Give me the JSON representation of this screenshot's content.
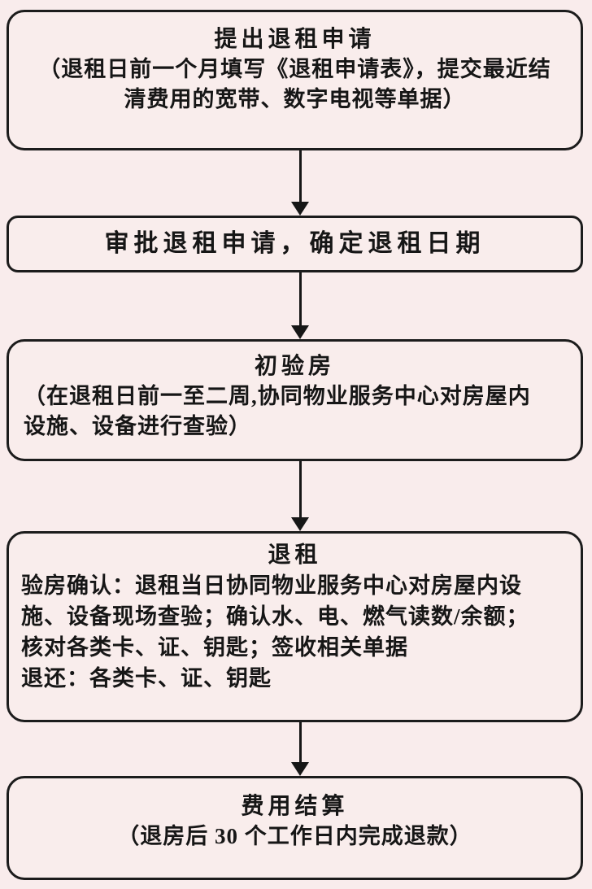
{
  "colors": {
    "page_background": "#f9ecec",
    "box_fill": "#f9edec",
    "border": "#1c1c1c",
    "text": "#161616"
  },
  "diagram_type": "vertical-flowchart",
  "steps": [
    {
      "title": "提出退租申请",
      "lines": [
        "（退租日前一个月填写《退租申请表》，提交最近结",
        "清费用的宽带、数字电视等单据）"
      ]
    },
    {
      "title": "审批退租申请，确定退租日期",
      "lines": []
    },
    {
      "title": "初验房",
      "lines": [
        "（在退租日前一至二周,协同物业服务中心对房屋内",
        "设施、设备进行查验）"
      ]
    },
    {
      "title": "退租",
      "lines": [
        "验房确认：退租当日协同物业服务中心对房屋内设",
        "施、设备现场查验；确认水、电、燃气读数/余额；",
        "核对各类卡、证、钥匙；签收相关单据",
        "退还：各类卡、证、钥匙"
      ]
    },
    {
      "title": "费用结算",
      "lines": [
        "（退房后 30 个工作日内完成退款）"
      ]
    }
  ]
}
